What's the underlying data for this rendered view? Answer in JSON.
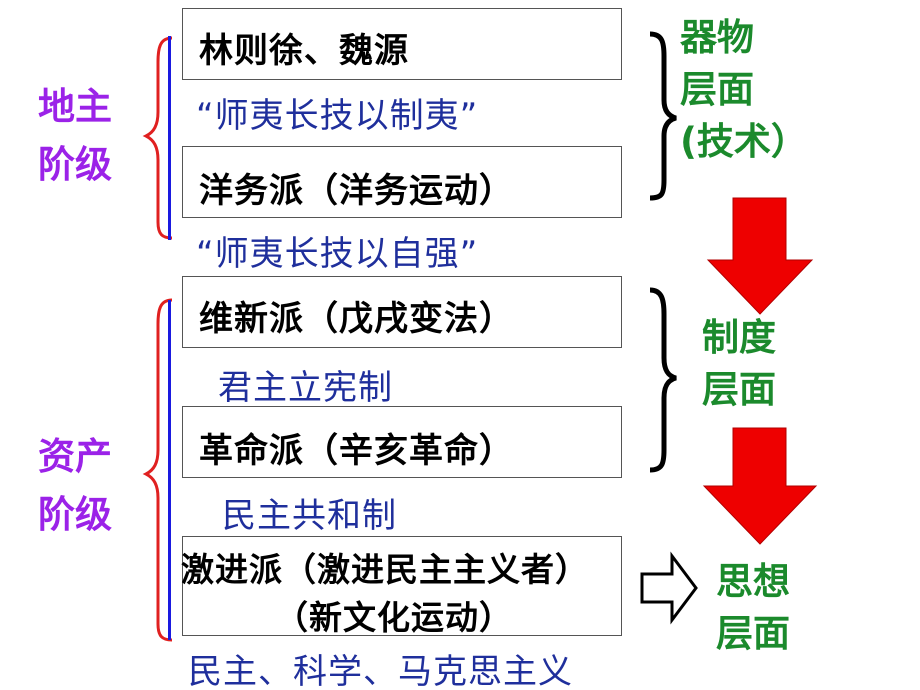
{
  "classes": {
    "landlord": [
      "地主",
      "阶级"
    ],
    "bourgeois": [
      "资产",
      "阶级"
    ]
  },
  "boxes": {
    "lin_wei": "林则徐、魏源",
    "yangwu": "洋务派（洋务运动）",
    "weixin": "维新派（戊戌变法）",
    "geming": "革命派（辛亥革命）",
    "jijin_line1": "激进派（激进民主主义者）",
    "jijin_line2": "（新文化运动）"
  },
  "notes": {
    "zhiyi": "“师夷长技以制夷”",
    "ziqiang": "“师夷长技以自强”",
    "junzhu": "君主立宪制",
    "minzhu_gonghe": "民主共和制",
    "minzhu_kexue": "民主、科学、马克思主义"
  },
  "levels": {
    "qiwu": [
      "器物",
      "层面",
      "(技术）"
    ],
    "zhidu": [
      "制度",
      "层面"
    ],
    "sixiang": [
      "思想",
      "层面"
    ]
  },
  "colors": {
    "class_label": "#9b22e8",
    "level_label": "#1b8a2c",
    "note_text": "#1f2f9c",
    "left_brace": "#e02020",
    "blue_bar": "#1a1ae0",
    "arrow_fill": "#ee0000"
  },
  "icons": {
    "brace_left": "left-curly-brace-icon",
    "brace_right": "right-curly-brace-icon",
    "arrow_down": "arrow-down-icon",
    "arrow_right_outline": "arrow-right-outline-icon"
  }
}
